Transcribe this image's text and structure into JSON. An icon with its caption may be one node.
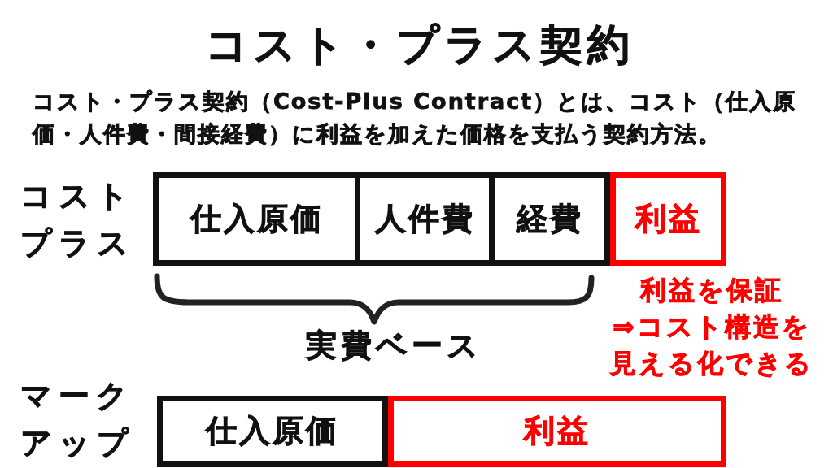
{
  "diagram": {
    "title": "コスト・プラス契約",
    "nodes": [
      {
        "text": [
          "仕入原価"
        ]
      },
      {
        "text": [
          "人件費"
        ]
      },
      {
        "text": [
          "経費"
        ]
      },
      {
        "text": [
          "利益"
        ],
        "beside": [
          "利益を保証",
          "⇒コスト構造を見える化できる"
        ]
      },
      {
        "text": [
          "仕入原価"
        ]
      },
      {
        "text": [
          "利益"
        ]
      }
    ],
    "labels": [
      "コスト・プラス契約（Cost-Plus Contract）とは、コスト（仕入原価・人件費・間接経費）に利益を加えた価格を支払う契約方法。",
      "コストプラス",
      "実費ベース",
      "マークアップ"
    ]
  }
}
